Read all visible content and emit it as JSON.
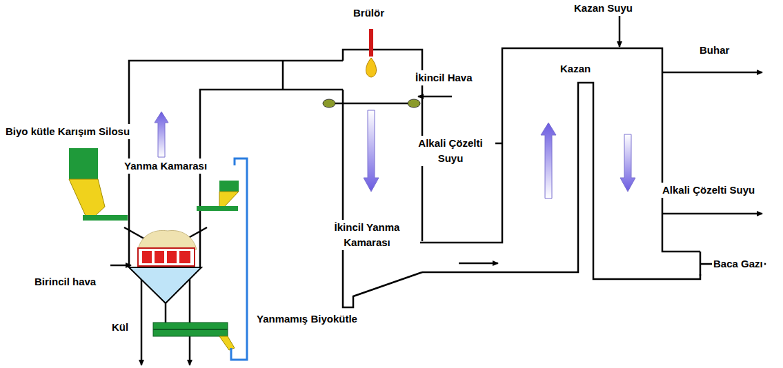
{
  "diagram": {
    "labels": [
      "Brülör",
      "Kazan Suyu",
      "Buhar",
      "Kazan",
      "İkincil Hava",
      "Biyo kütle Karışım Silosu",
      "Yanma Kamarası",
      "Alkali Çözelti Suyu",
      "Alkali Çözelti Suyu",
      "İkincil Yanma Kamarası",
      "Baca Gazı",
      "Birincil hava",
      "Kül",
      "Yanmamış Biyokütle"
    ]
  }
}
